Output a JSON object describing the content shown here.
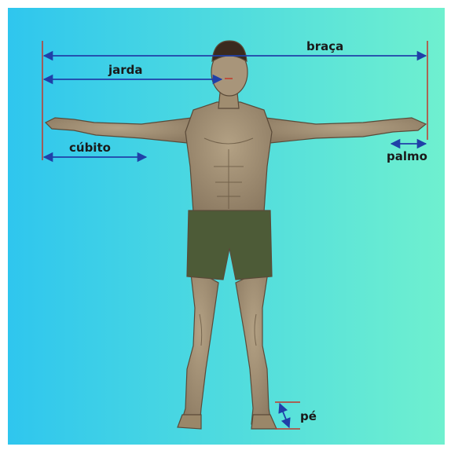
{
  "labels": {
    "braca": "braça",
    "jarda": "jarda",
    "cubito": "cúbito",
    "palmo": "palmo",
    "pe": "pé"
  },
  "colors": {
    "bg_left": "#2fc6ee",
    "bg_right": "#6ff0cf",
    "arrow": "#2040a8",
    "marker": "#c0392b",
    "skin": "#9c8a70",
    "skin_dark": "#6b5a44",
    "shorts": "#4d5b37",
    "hair": "#3a2a1e"
  }
}
